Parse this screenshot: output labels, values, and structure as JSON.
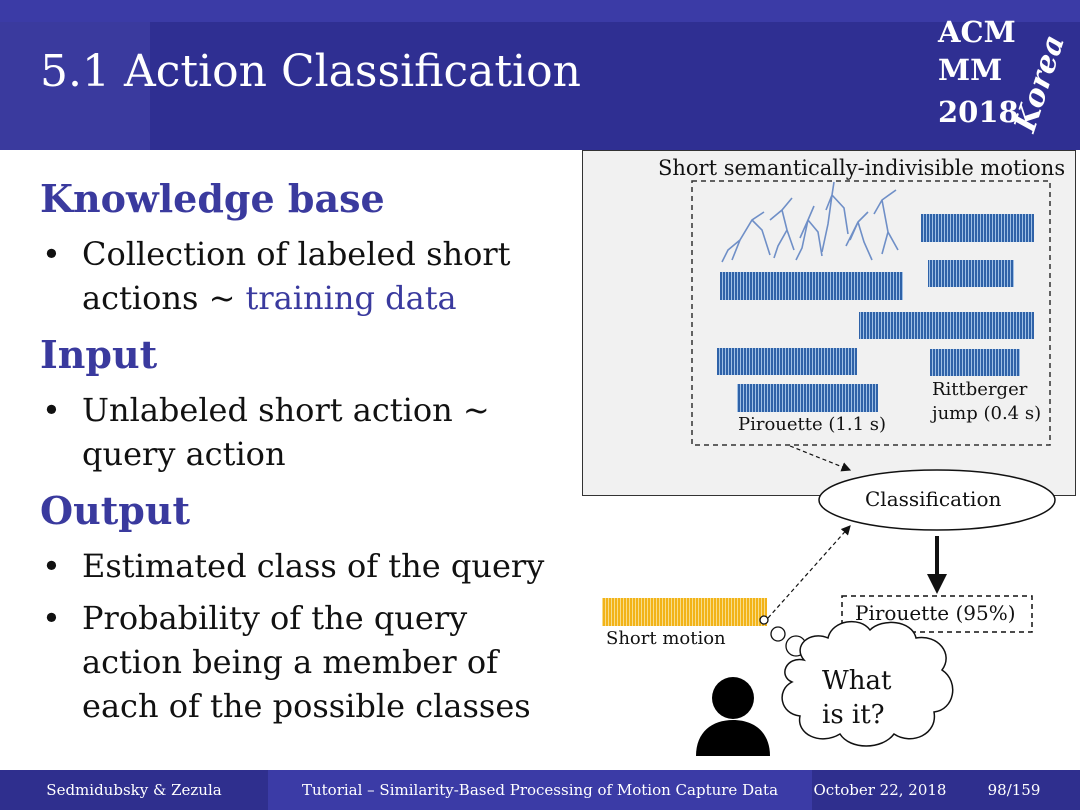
{
  "slide": {
    "title": "5.1 Action Classification",
    "logo": {
      "line1": "ACM",
      "line2": "MM",
      "line3": "2018",
      "korea": "Korea"
    }
  },
  "content": {
    "knowledge_heading": "Knowledge base",
    "knowledge_bullet_line1": "Collection of labeled short",
    "knowledge_bullet_line2_pre": "actions ~ ",
    "knowledge_bullet_line2_hl": "training data",
    "input_heading": "Input",
    "input_bullet_line1": "Unlabeled short action ~",
    "input_bullet_line2": "query action",
    "output_heading": "Output",
    "output_bullet1": "Estimated class of the query",
    "output_bullet2_line1": "Probability of the query",
    "output_bullet2_line2": "action being a member of",
    "output_bullet2_line3": "each of the possible classes",
    "bullet_symbol": "•"
  },
  "diagram": {
    "panel_title": "Short semantically-indivisible motions",
    "label_pirouette": "Pirouette (1.1 s)",
    "label_rittberger_line1": "Rittberger",
    "label_rittberger_line2": "jump (0.4 s)",
    "classification": "Classification",
    "result": "Pirouette (95%)",
    "short_motion": "Short motion",
    "thought_line1": "What",
    "thought_line2": "is it?",
    "colors": {
      "motion_bar": "#2f62a8",
      "query_bar": "#f2b318",
      "accent": "#3a3a9e"
    }
  },
  "footer": {
    "authors": "Sedmidubsky & Zezula",
    "tutorial": "Tutorial – Similarity-Based Processing of Motion Capture Data",
    "date": "October 22, 2018",
    "page": "98/159"
  }
}
